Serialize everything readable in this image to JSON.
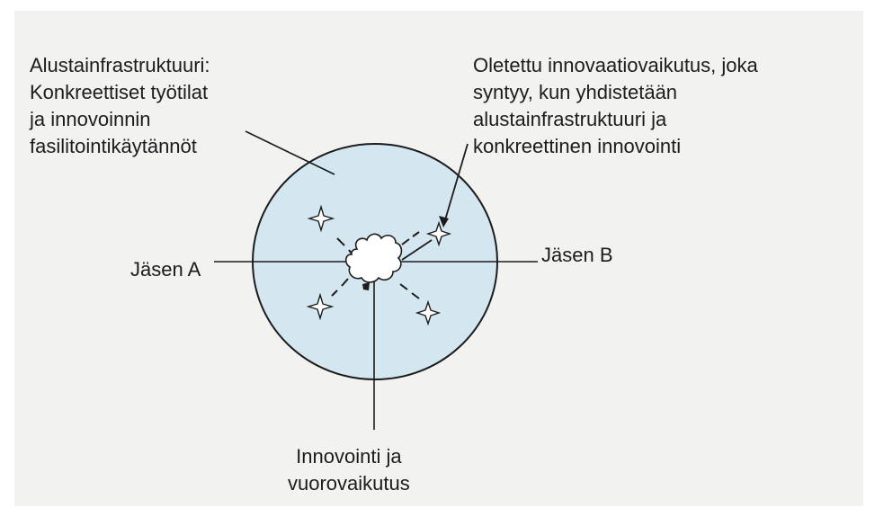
{
  "labels": {
    "platform_infrastructure": [
      "Alustainfrastruktuuri:",
      "Konkreettiset työtilat",
      "ja innovoinnin",
      "fasilitointikäytännöt"
    ],
    "expected_effect": [
      "Oletettu innovaatiovaikutus, joka",
      "syntyy, kun yhdistetään",
      "alustainfrastruktuuri ja",
      "konkreettinen innovointi"
    ],
    "member_a": "Jäsen A",
    "member_b": "Jäsen B",
    "innovation_interaction": [
      "Innovointi ja",
      "vuorovaikutus"
    ]
  },
  "colors": {
    "circle_fill": "#d4e7f1",
    "ink": "#1c1c1c",
    "paper": "#f2f2f0"
  }
}
